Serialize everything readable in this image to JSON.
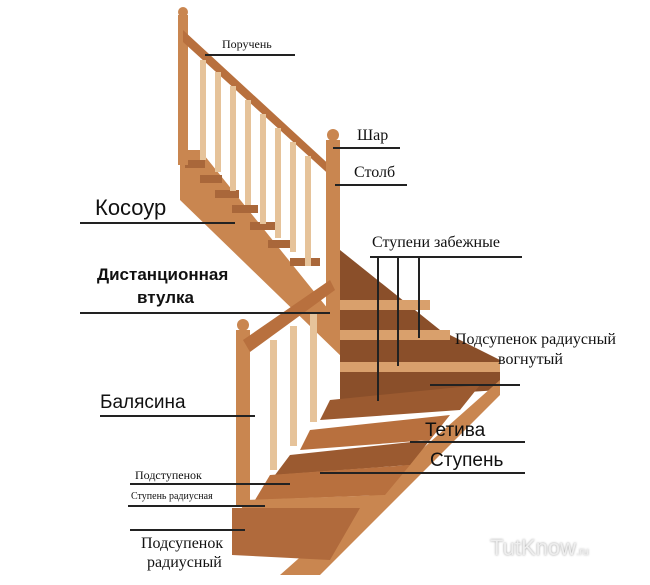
{
  "labels": {
    "handrail": "Поручень",
    "ball": "Шар",
    "post": "Столб",
    "stringer_kosour": "Косоур",
    "spacer_line1": "Дистанционная",
    "spacer_line2": "втулка",
    "winder_steps": "Ступени забежные",
    "concave_riser_line1": "Подсупенок радиусный",
    "concave_riser_line2": "вогнутый",
    "baluster": "Балясина",
    "stringer_tetiva": "Тетива",
    "step": "Ступень",
    "riser": "Подступенок",
    "radius_step": "Ступень радиусная",
    "radius_riser_line1": "Подсупенок",
    "radius_riser_line2": "радиусный"
  },
  "watermark": {
    "brand": "TutKnow",
    "tld": ".ru"
  },
  "colors": {
    "wood": "#c98650",
    "wood_dark": "#8a4f2a",
    "tread": "#b8703e"
  }
}
